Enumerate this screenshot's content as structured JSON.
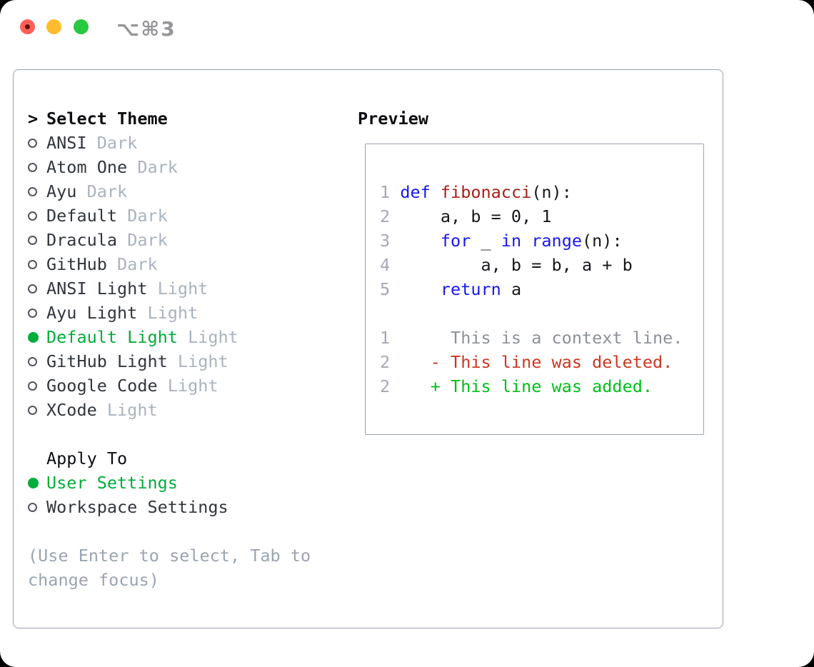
{
  "window": {
    "shortcut": "⌥⌘3"
  },
  "theme_list": {
    "header_prefix": ">",
    "header": "Select Theme",
    "items": [
      {
        "name": "ANSI",
        "variant": "Dark",
        "selected": false
      },
      {
        "name": "Atom One",
        "variant": "Dark",
        "selected": false
      },
      {
        "name": "Ayu",
        "variant": "Dark",
        "selected": false
      },
      {
        "name": "Default",
        "variant": "Dark",
        "selected": false
      },
      {
        "name": "Dracula",
        "variant": "Dark",
        "selected": false
      },
      {
        "name": "GitHub",
        "variant": "Dark",
        "selected": false
      },
      {
        "name": "ANSI Light",
        "variant": "Light",
        "selected": false
      },
      {
        "name": "Ayu Light",
        "variant": "Light",
        "selected": false
      },
      {
        "name": "Default Light",
        "variant": "Light",
        "selected": true
      },
      {
        "name": "GitHub Light",
        "variant": "Light",
        "selected": false
      },
      {
        "name": "Google Code",
        "variant": "Light",
        "selected": false
      },
      {
        "name": "XCode",
        "variant": "Light",
        "selected": false
      }
    ]
  },
  "apply_to": {
    "header": "Apply To",
    "items": [
      {
        "label": "User Settings",
        "selected": true
      },
      {
        "label": "Workspace Settings",
        "selected": false
      }
    ]
  },
  "help_text": [
    "(Use Enter to select, Tab to",
    "change focus)"
  ],
  "preview": {
    "header": "Preview",
    "lines": [
      [
        {
          "c": "num",
          "t": "1"
        },
        {
          "c": "pl",
          "t": " "
        },
        {
          "c": "kw",
          "t": "def"
        },
        {
          "c": "pl",
          "t": " "
        },
        {
          "c": "fn",
          "t": "fibonacci"
        },
        {
          "c": "pl",
          "t": "(n):"
        }
      ],
      [
        {
          "c": "num",
          "t": "2"
        },
        {
          "c": "pl",
          "t": "     a, b = 0, 1"
        }
      ],
      [
        {
          "c": "num",
          "t": "3"
        },
        {
          "c": "pl",
          "t": "     "
        },
        {
          "c": "kw",
          "t": "for"
        },
        {
          "c": "pl",
          "t": " _ "
        },
        {
          "c": "kw",
          "t": "in"
        },
        {
          "c": "pl",
          "t": " "
        },
        {
          "c": "kw",
          "t": "range"
        },
        {
          "c": "pl",
          "t": "(n):"
        }
      ],
      [
        {
          "c": "num",
          "t": "4"
        },
        {
          "c": "pl",
          "t": "         a, b = b, a + b"
        }
      ],
      [
        {
          "c": "num",
          "t": "5"
        },
        {
          "c": "pl",
          "t": "     "
        },
        {
          "c": "kw",
          "t": "return"
        },
        {
          "c": "pl",
          "t": " a"
        }
      ],
      [],
      [
        {
          "c": "num",
          "t": "1"
        },
        {
          "c": "ctx",
          "t": "      This is a context line."
        }
      ],
      [
        {
          "c": "num",
          "t": "2"
        },
        {
          "c": "pl",
          "t": "    "
        },
        {
          "c": "del",
          "t": "- This line was deleted."
        }
      ],
      [
        {
          "c": "num",
          "t": "2"
        },
        {
          "c": "pl",
          "t": "    "
        },
        {
          "c": "add",
          "t": "+ This line was added."
        }
      ]
    ]
  },
  "colors": {
    "accent_green": "#00ad3a",
    "added_green": "#00bf18",
    "deleted_red": "#cc3722",
    "function_red": "#aa1e17",
    "keyword_blue": "#1717f0",
    "line_number_gray": "#a0aab6",
    "context_gray": "#8c9197",
    "variant_gray": "#a9b3bf",
    "help_gray": "#9aa4b0",
    "border_gray": "#9ba3ad",
    "traffic_red": "#ff5f57",
    "traffic_yellow": "#febc2e",
    "traffic_green": "#28c840"
  }
}
